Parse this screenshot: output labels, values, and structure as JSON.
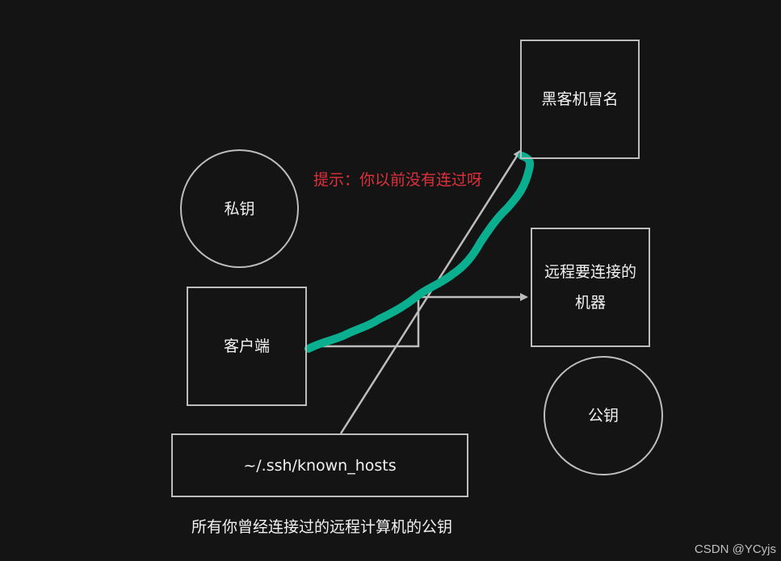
{
  "nodes": {
    "hacker": "黑客机冒名",
    "private_key": "私钥",
    "remote": "远程要连接的\n机器",
    "client": "客户端",
    "public_key": "公钥",
    "known_hosts": "~/.ssh/known_hosts"
  },
  "labels": {
    "hint": "提示：你以前没有连过呀",
    "known_hosts_desc": "所有你曾经连接过的远程计算机的公钥",
    "watermark": "CSDN @YCyjs"
  },
  "colors": {
    "background": "#141414",
    "stroke": "#bdbdbd",
    "highlight": "#0aaf8f",
    "hint": "#e0303c"
  }
}
